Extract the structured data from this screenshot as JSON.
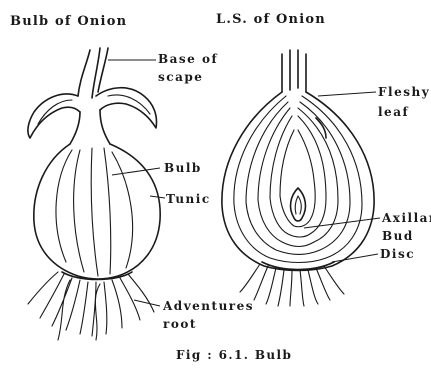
{
  "titles": {
    "left": "Bulb of Onion",
    "right": "L.S. of Onion"
  },
  "labels": {
    "base_of_scape_line1": "Base of",
    "base_of_scape_line2": "scape",
    "bulb": "Bulb",
    "tunic": "Tunic",
    "adventures_root_line1": "Adventures",
    "adventures_root_line2": "root",
    "fleshy_leaf_line1": "Fleshy",
    "fleshy_leaf_line2": "leaf",
    "axillary_bud_line1": "Axillary",
    "axillary_bud_line2": "Bud",
    "disc": "Disc"
  },
  "caption": "Fig : 6.1. Bulb"
}
